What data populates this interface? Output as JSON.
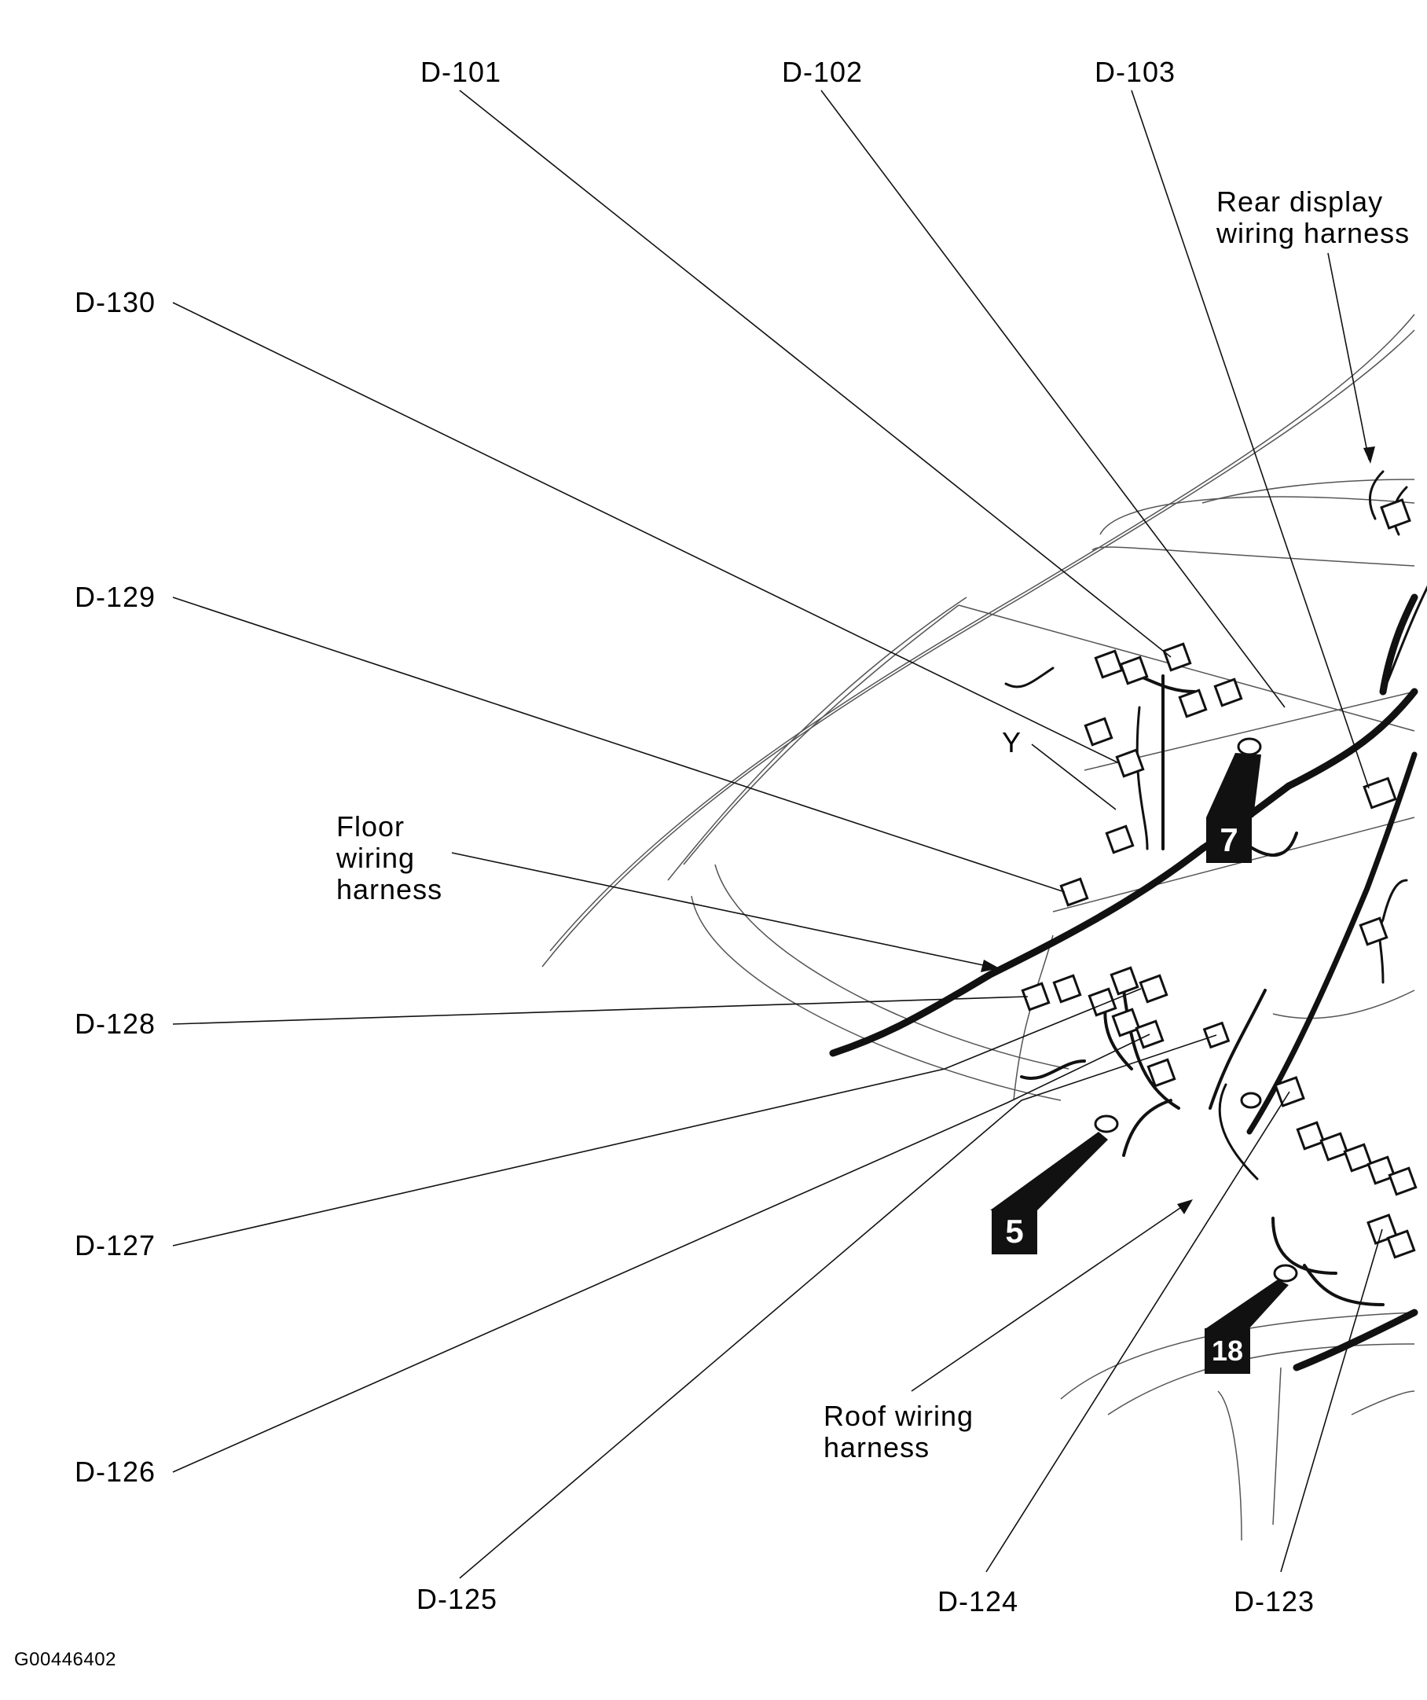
{
  "diagram": {
    "labels": {
      "d101": "D-101",
      "d102": "D-102",
      "d103": "D-103",
      "d130": "D-130",
      "d129": "D-129",
      "d128": "D-128",
      "d127": "D-127",
      "d126": "D-126",
      "d125": "D-125",
      "d124": "D-124",
      "d123": "D-123",
      "y": "Y"
    },
    "harness_labels": {
      "rear_display": [
        "Rear display",
        "wiring harness"
      ],
      "floor": [
        "Floor",
        "wiring",
        "harness"
      ],
      "roof": [
        "Roof wiring",
        "harness"
      ]
    },
    "badges": {
      "seven": "7",
      "five": "5",
      "eighteen": "18"
    },
    "figure_code": "G00446402"
  }
}
